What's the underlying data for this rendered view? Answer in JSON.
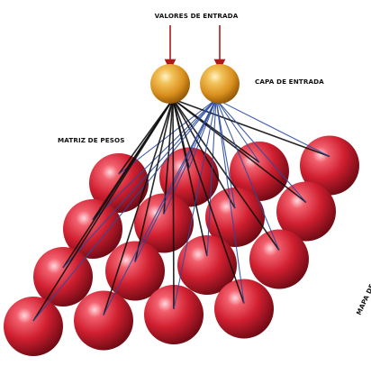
{
  "labels": {
    "input_values": "VALORES DE ENTRADA",
    "input_layer": "CAPA DE ENTRADA",
    "weight_matrix": "MATRIZ DE PESOS",
    "feature_map": "MAPA DE CARACTERÍSTICAS"
  },
  "colors": {
    "input_neuron": "#e8a42c",
    "map_neuron": "#d8202e",
    "arrow": "#b01818",
    "connection_dark": "#101010",
    "connection_blue": "#2a4aa0"
  },
  "structure": {
    "input_neurons": 2,
    "feature_map_rows": 4,
    "feature_map_cols": 4
  }
}
